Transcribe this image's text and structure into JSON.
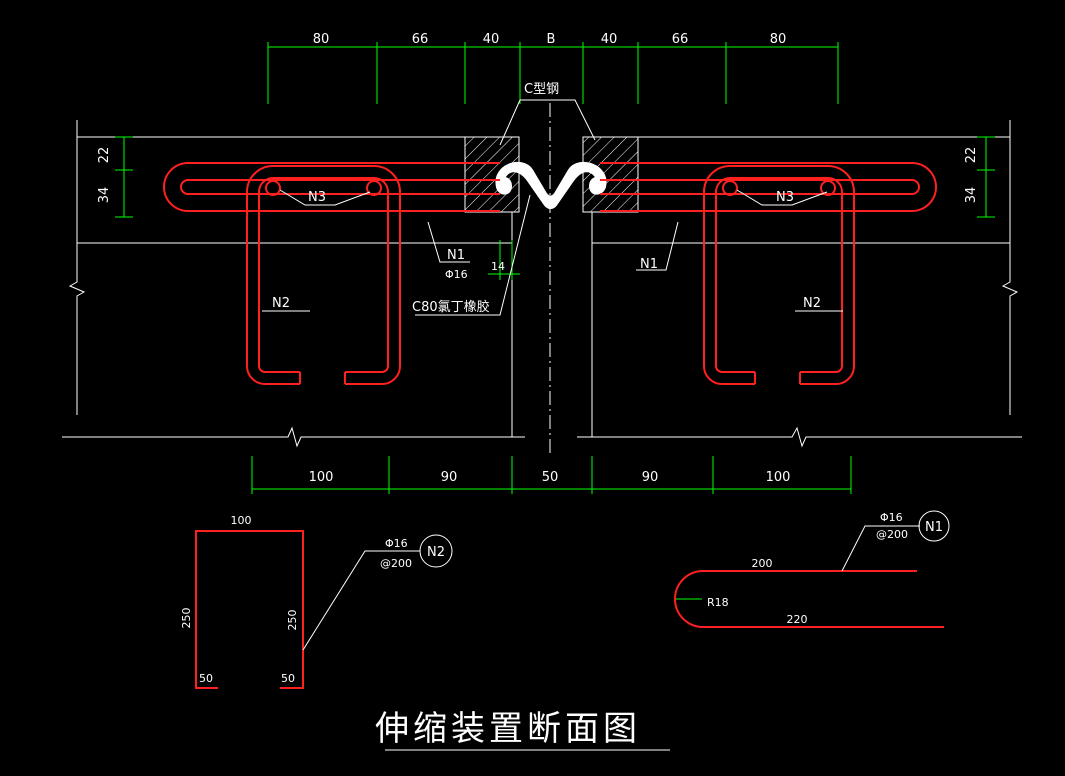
{
  "title": "伸缩装置断面图",
  "top_dims": {
    "d1": "80",
    "d2": "66",
    "d3": "40",
    "d4": "B",
    "d5": "40",
    "d6": "66",
    "d7": "80"
  },
  "bottom_dims": {
    "d1": "100",
    "d2": "90",
    "d3": "50",
    "d4": "90",
    "d5": "100"
  },
  "side_dims": {
    "top": "22",
    "bottom": "34"
  },
  "labels": {
    "c_steel": "C型钢",
    "n1": "N1",
    "n1_dia": "Φ16",
    "n2": "N2",
    "n3": "N3",
    "gap_14": "14",
    "rubber": "C80氯丁橡胶"
  },
  "detail_n2": {
    "tag": "N2",
    "top": "100",
    "left": "250",
    "right": "250",
    "foot_left": "50",
    "foot_right": "50",
    "spec1": "Φ16",
    "spec2": "@200"
  },
  "detail_n1": {
    "tag": "N1",
    "top": "200",
    "bottom": "220",
    "radius": "R18",
    "spec1": "Φ16",
    "spec2": "@200"
  },
  "colors": {
    "background": "#000000",
    "line_white": "#ffffff",
    "dimension_green": "#00ff00",
    "rebar_red": "#ff2020"
  }
}
